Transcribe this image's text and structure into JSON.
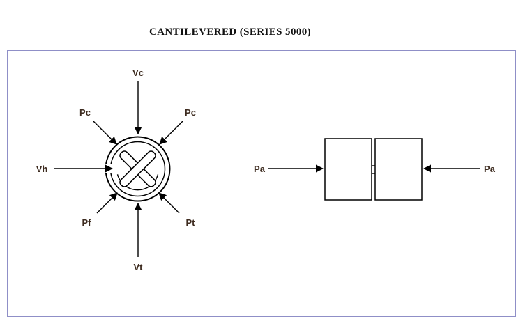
{
  "title": "CANTILEVERED (SERIES 5000)",
  "left_figure": {
    "name": "clamp-cross-section",
    "labels": {
      "vc": "Vc",
      "pc_left": "Pc",
      "pc_right": "Pc",
      "vh": "Vh",
      "pf": "Pf",
      "pt": "Pt",
      "vt": "Vt"
    }
  },
  "right_figure": {
    "name": "pipe-joint",
    "labels": {
      "pa_left": "Pa",
      "pa_right": "Pa"
    }
  },
  "colors": {
    "frame_border": "#8f8fc7",
    "line": "#000000",
    "label": "#3d2b1f"
  }
}
